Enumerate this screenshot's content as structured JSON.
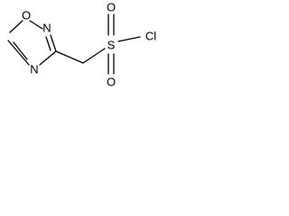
{
  "molecule": {
    "atoms": {
      "ring_o": "O",
      "ring_n_top": "N",
      "ring_n_bottom": "N",
      "sulfur": "S",
      "oxygen_top": "O",
      "oxygen_bottom": "O",
      "chlorine": "Cl"
    }
  }
}
